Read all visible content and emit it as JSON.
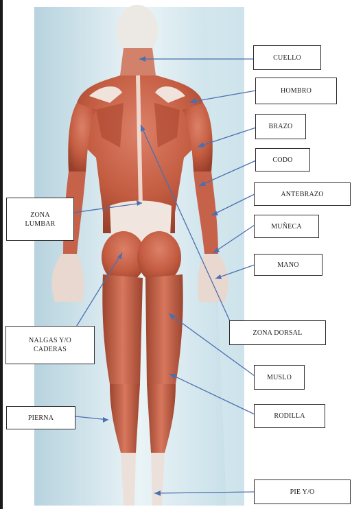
{
  "labels": {
    "cuello": "CUELLO",
    "hombro": "HOMBRO",
    "brazo": "BRAZO",
    "codo": "CODO",
    "antebrazo": "ANTEBRAZO",
    "muneca": "MUÑECA",
    "mano": "MANO",
    "zona_lumbar": "ZONA\nLUMBAR",
    "zona_dorsal": "ZONA DORSAL",
    "nalgas": "NALGAS Y/O\nCADERAS",
    "muslo": "MUSLO",
    "rodilla": "RODILLA",
    "pierna": "PIERNA",
    "pie": "PIE Y/O"
  },
  "colors": {
    "background_light": "#eef5f8",
    "background_blue": "#bcd6e2",
    "muscle": "#c9654a",
    "muscle_dark": "#8f3a26",
    "tendon": "#f1e6df",
    "leader_line": "#4a6fb0"
  }
}
